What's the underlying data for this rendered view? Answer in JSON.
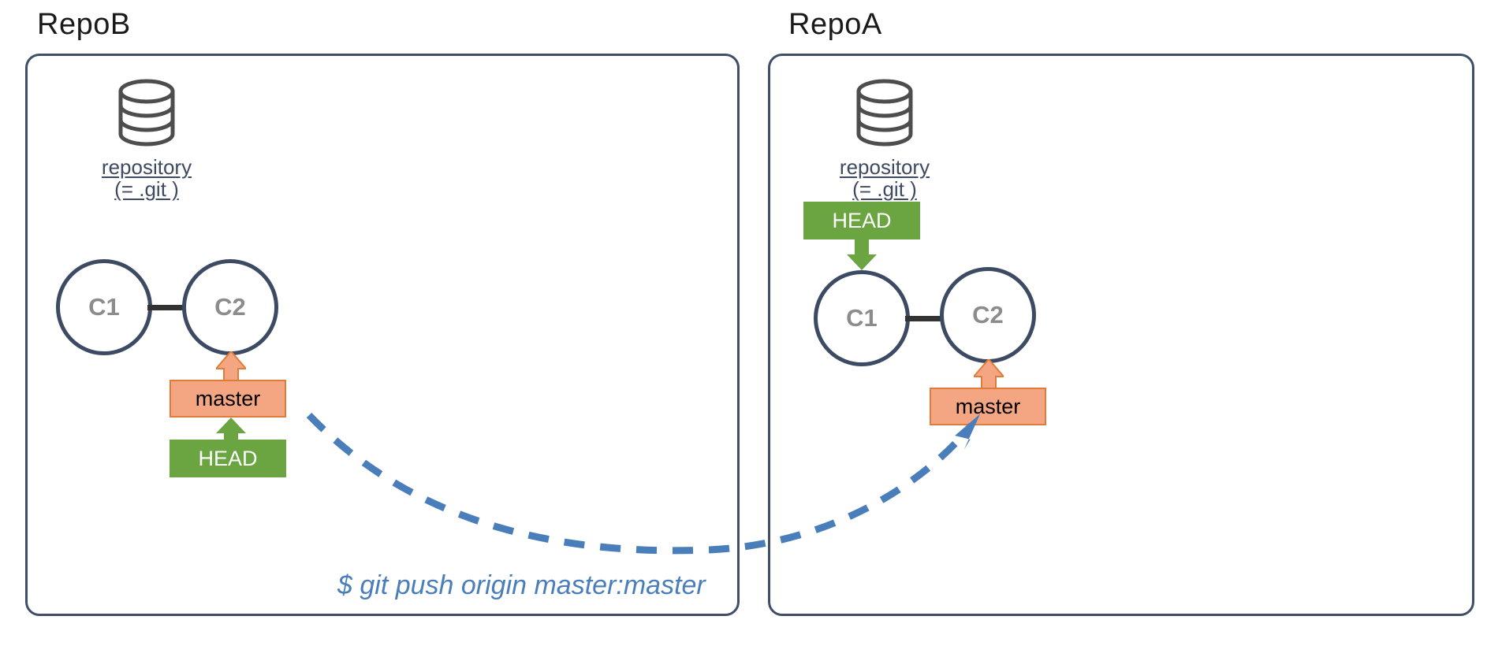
{
  "diagram": {
    "title_b": "RepoB",
    "title_a": "RepoA",
    "command": "$ git push origin master:master",
    "colors": {
      "panel_border": "#414e68",
      "commit_border": "#3c4a63",
      "commit_text": "#8c8c8c",
      "master_fill": "#f4a582",
      "master_border": "#e07b39",
      "head_fill": "#6aa541",
      "head_text": "#ffffff",
      "repo_label": "#3e4a61",
      "curve": "#4a7ebb",
      "command_text": "#4a7ebb",
      "link_line": "#333333"
    }
  },
  "repob": {
    "title": "RepoB",
    "repository_label": "repository\n(= .git )",
    "commits": [
      {
        "id": "C1"
      },
      {
        "id": "C2"
      }
    ],
    "master_label": "master",
    "head_label": "HEAD"
  },
  "repoa": {
    "title": "RepoA",
    "repository_label": "repository\n(= .git )",
    "commits": [
      {
        "id": "C1"
      },
      {
        "id": "C2"
      }
    ],
    "master_label": "master",
    "head_label": "HEAD"
  }
}
